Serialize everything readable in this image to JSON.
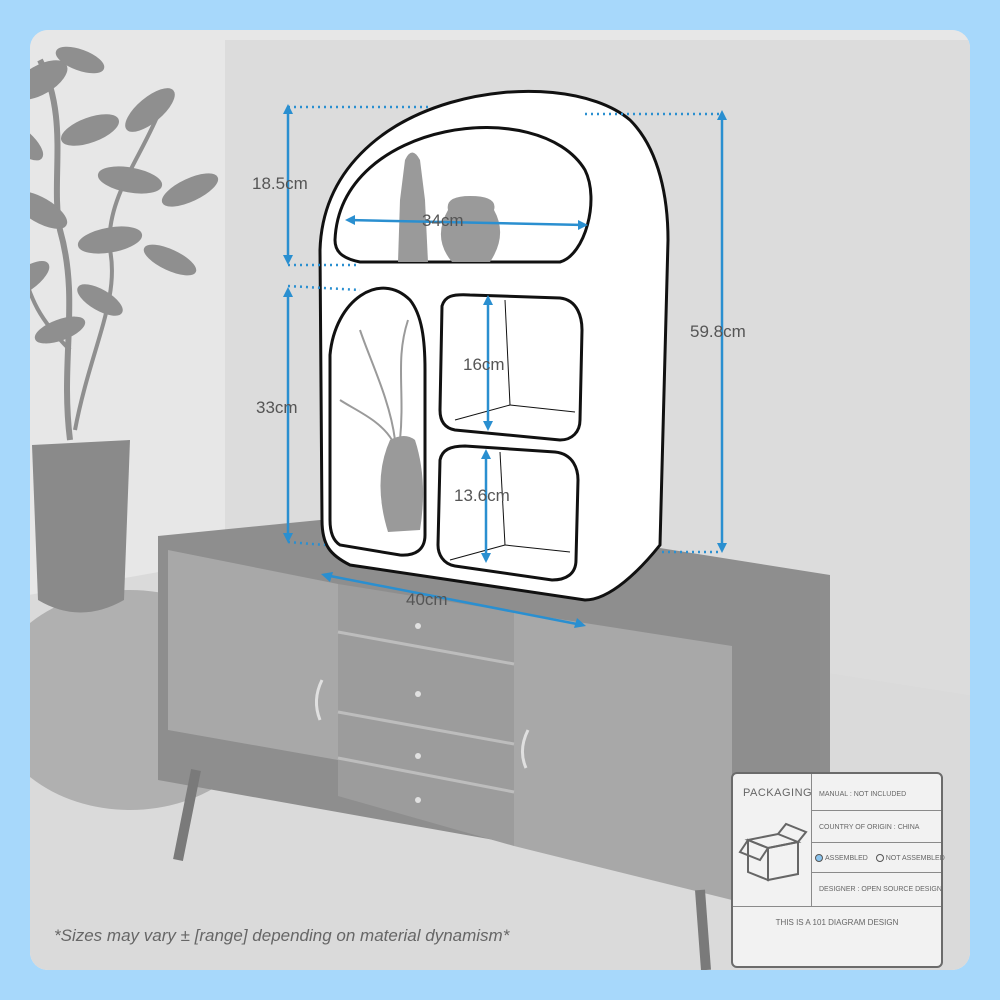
{
  "dimensions": {
    "top_arch_height": "18.5cm",
    "top_width": "34cm",
    "total_height": "59.8cm",
    "left_section_height": "33cm",
    "upper_cubby_height": "16cm",
    "lower_cubby_height": "13.6cm",
    "base_width": "40cm"
  },
  "packaging": {
    "title": "PACKAGING",
    "manual": "MANUAL :  NOT INCLUDED",
    "country": "COUNTRY OF ORIGIN :  CHINA",
    "assembled": "ASSEMBLED",
    "not_assembled": "NOT ASSEMBLED",
    "designer": "DESIGNER :  OPEN SOURCE DESIGN",
    "footer": "THIS IS A 101 DIAGRAM DESIGN"
  },
  "note": "*Sizes may vary ± [range] depending on material dynamism*",
  "colors": {
    "border": "#a7d8fb",
    "accent": "#2a8fd0",
    "wall": "#e7e7e7",
    "furniture": "#8e8e8e"
  }
}
